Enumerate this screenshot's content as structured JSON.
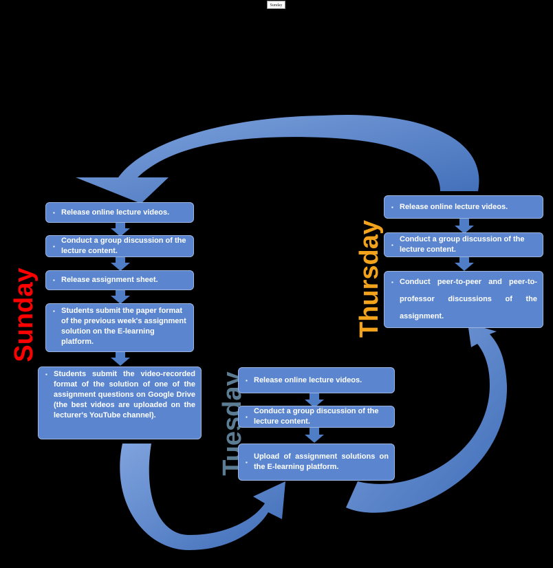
{
  "tooltip": "Sunday",
  "days": {
    "sunday": "Sunday",
    "tuesday": "Tuesday",
    "thursday": "Thursday"
  },
  "bullet": "▪",
  "sunday": {
    "items": [
      "Release online lecture videos.",
      "Conduct a group discussion of the lecture content.",
      "Release assignment sheet.",
      "Students submit the paper format of the previous week's assignment solution on the E-learning platform.",
      "Students submit the video-recorded format of the solution of one of the assignment questions on Google Drive (the best videos are uploaded on the lecturer's YouTube channel)."
    ]
  },
  "tuesday": {
    "items": [
      "Release online lecture videos.",
      "Conduct a group discussion of the lecture content.",
      "Upload of assignment solutions on the E-learning platform."
    ]
  },
  "thursday": {
    "items": [
      "Release online lecture videos.",
      "Conduct a group discussion of the lecture content.",
      "Conduct peer-to-peer and peer-to-professor discussions of the assignment."
    ]
  },
  "colors": {
    "box": "#5b86cf",
    "arrow": "#4f7ec6",
    "sunday": "#ff0000",
    "tuesday": "#5b7c93",
    "thursday": "#f2a31b"
  }
}
